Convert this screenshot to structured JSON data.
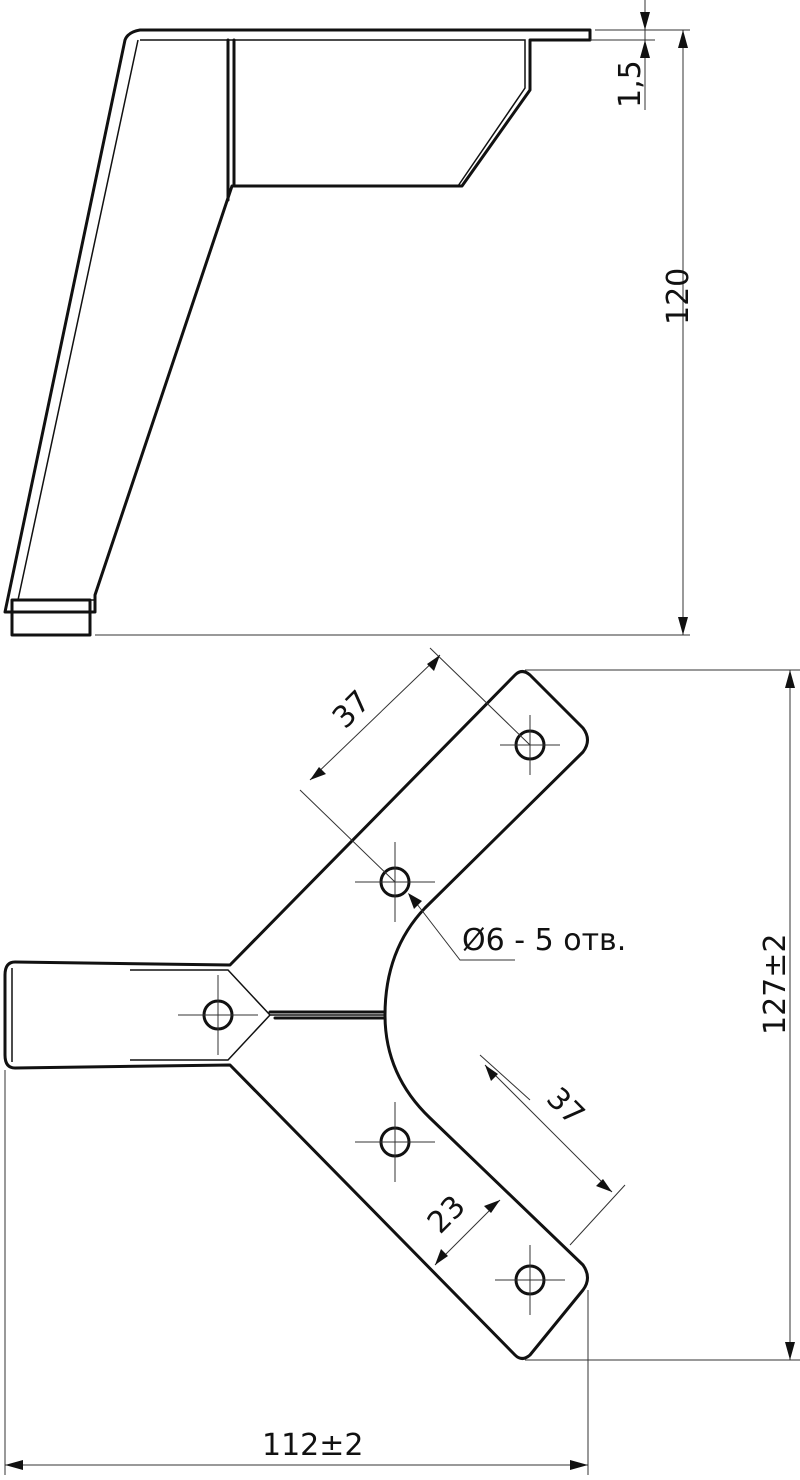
{
  "side_view": {
    "dim_thickness": "1,5",
    "dim_height": "120"
  },
  "top_view": {
    "dim_spacing_upper": "37",
    "dim_spacing_lower": "37",
    "hole_note": "Ø6 - 5 отв.",
    "dim_arm_width": "23",
    "dim_total_height": "127±2",
    "dim_total_width": "112±2"
  }
}
